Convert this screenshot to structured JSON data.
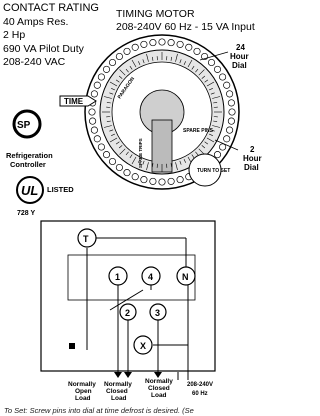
{
  "contact_rating": {
    "title": "CONTACT RATING",
    "lines": [
      "40 Amps Res.",
      "2 Hp",
      "690 VA Pilot Duty",
      "208-240 VAC"
    ]
  },
  "timing_motor": {
    "title": "TIMING MOTOR",
    "spec": "208-240V 60 Hz - 15 VA Input"
  },
  "dial_labels": {
    "hour24_line1": "24",
    "hour24_line2": "Hour",
    "hour24_line3": "Dial",
    "hour2_line1": "2",
    "hour2_line2": "Hour",
    "hour2_line3": "Dial",
    "time": "TIME",
    "turn_to_set": "TURN TO SET",
    "spare_pins": "SPARE PINS",
    "spare_trips": "SPARE TRIPS",
    "paragon": "PARAGON"
  },
  "badges": {
    "refrigeration_line1": "Refrigeration",
    "refrigeration_line2": "Controller",
    "listed": "LISTED",
    "model": "728 Y"
  },
  "wiring": {
    "nodes": [
      "T",
      "1",
      "4",
      "N",
      "2",
      "3",
      "X"
    ],
    "load_normally_open_1": "Normally",
    "load_normally_open_2": "Open",
    "load_normally_open_3": "Load",
    "load_normally_closed_1": "Normally",
    "load_normally_closed_2": "Closed",
    "load_normally_closed_3": "Load",
    "load_nc2_1": "Normally",
    "load_nc2_2": "Closed",
    "load_nc2_3": "Load",
    "supply_voltage": "208-240V",
    "supply_freq": "60 Hz"
  },
  "footer_text": "To Set: Screw pins into dial at time defrost is desired. (Se",
  "colors": {
    "ink": "#000000",
    "dial_fill": "#d9d9d9",
    "paper": "#ffffff"
  }
}
